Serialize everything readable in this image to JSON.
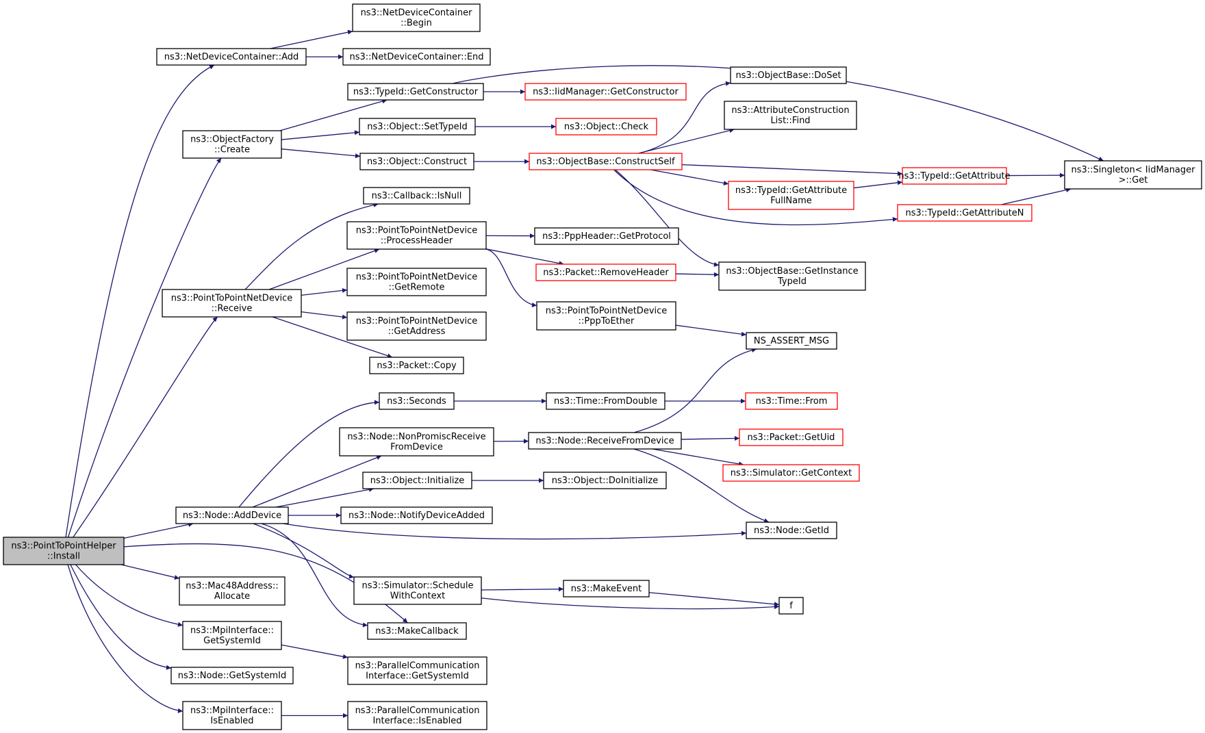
{
  "diagram": {
    "type": "call-graph",
    "edge_color": "#191970",
    "truncated_border_color": "#ff0000",
    "root_fill_color": "#bfbfbf",
    "nodes": [
      {
        "id": "install",
        "lines": [
          "ns3::PointToPointHelper",
          "::Install"
        ],
        "style": "root"
      },
      {
        "id": "ndc_add",
        "lines": [
          "ns3::NetDeviceContainer::Add"
        ],
        "style": "normal"
      },
      {
        "id": "ndc_begin",
        "lines": [
          "ns3::NetDeviceContainer",
          "::Begin"
        ],
        "style": "normal"
      },
      {
        "id": "ndc_end",
        "lines": [
          "ns3::NetDeviceContainer::End"
        ],
        "style": "normal"
      },
      {
        "id": "of_create",
        "lines": [
          "ns3::ObjectFactory",
          "::Create"
        ],
        "style": "normal"
      },
      {
        "id": "tid_getctor",
        "lines": [
          "ns3::TypeId::GetConstructor"
        ],
        "style": "normal"
      },
      {
        "id": "iid_getctor",
        "lines": [
          "ns3::IidManager::GetConstructor"
        ],
        "style": "truncated"
      },
      {
        "id": "obj_settypeid",
        "lines": [
          "ns3::Object::SetTypeId"
        ],
        "style": "normal"
      },
      {
        "id": "obj_check",
        "lines": [
          "ns3::Object::Check"
        ],
        "style": "truncated"
      },
      {
        "id": "obj_construct",
        "lines": [
          "ns3::Object::Construct"
        ],
        "style": "normal"
      },
      {
        "id": "ob_constructself",
        "lines": [
          "ns3::ObjectBase::ConstructSelf"
        ],
        "style": "truncated"
      },
      {
        "id": "ob_doset",
        "lines": [
          "ns3::ObjectBase::DoSet"
        ],
        "style": "normal"
      },
      {
        "id": "acl_find",
        "lines": [
          "ns3::AttributeConstruction",
          "List::Find"
        ],
        "style": "normal"
      },
      {
        "id": "tid_getattr",
        "lines": [
          "ns3::TypeId::GetAttribute"
        ],
        "style": "truncated"
      },
      {
        "id": "tid_getattrfull",
        "lines": [
          "ns3::TypeId::GetAttribute",
          "FullName"
        ],
        "style": "truncated"
      },
      {
        "id": "tid_getattrn",
        "lines": [
          "ns3::TypeId::GetAttributeN"
        ],
        "style": "truncated"
      },
      {
        "id": "singleton_get",
        "lines": [
          "ns3::Singleton< IidManager",
          " >::Get"
        ],
        "style": "normal"
      },
      {
        "id": "cb_isnull",
        "lines": [
          "ns3::Callback::IsNull"
        ],
        "style": "normal"
      },
      {
        "id": "p2p_procheader",
        "lines": [
          "ns3::PointToPointNetDevice",
          "::ProcessHeader"
        ],
        "style": "normal"
      },
      {
        "id": "ppp_getproto",
        "lines": [
          "ns3::PppHeader::GetProtocol"
        ],
        "style": "normal"
      },
      {
        "id": "pkt_removeheader",
        "lines": [
          "ns3::Packet::RemoveHeader"
        ],
        "style": "truncated"
      },
      {
        "id": "ob_getinsttid",
        "lines": [
          "ns3::ObjectBase::GetInstance",
          "TypeId"
        ],
        "style": "normal"
      },
      {
        "id": "p2p_receive",
        "lines": [
          "ns3::PointToPointNetDevice",
          "::Receive"
        ],
        "style": "normal"
      },
      {
        "id": "p2p_getremote",
        "lines": [
          "ns3::PointToPointNetDevice",
          "::GetRemote"
        ],
        "style": "normal"
      },
      {
        "id": "p2p_getaddress",
        "lines": [
          "ns3::PointToPointNetDevice",
          "::GetAddress"
        ],
        "style": "normal"
      },
      {
        "id": "p2p_ppptoether",
        "lines": [
          "ns3::PointToPointNetDevice",
          "::PppToEther"
        ],
        "style": "normal"
      },
      {
        "id": "ns_assert",
        "lines": [
          "NS_ASSERT_MSG"
        ],
        "style": "normal"
      },
      {
        "id": "pkt_copy",
        "lines": [
          "ns3::Packet::Copy"
        ],
        "style": "normal"
      },
      {
        "id": "seconds",
        "lines": [
          "ns3::Seconds"
        ],
        "style": "normal"
      },
      {
        "id": "time_fromdouble",
        "lines": [
          "ns3::Time::FromDouble"
        ],
        "style": "normal"
      },
      {
        "id": "time_from",
        "lines": [
          "ns3::Time::From"
        ],
        "style": "truncated"
      },
      {
        "id": "node_npromisc",
        "lines": [
          "ns3::Node::NonPromiscReceive",
          "FromDevice"
        ],
        "style": "normal"
      },
      {
        "id": "node_recvfromdev",
        "lines": [
          "ns3::Node::ReceiveFromDevice"
        ],
        "style": "normal"
      },
      {
        "id": "pkt_getuid",
        "lines": [
          "ns3::Packet::GetUid"
        ],
        "style": "truncated"
      },
      {
        "id": "sim_getcontext",
        "lines": [
          "ns3::Simulator::GetContext"
        ],
        "style": "truncated"
      },
      {
        "id": "obj_initialize",
        "lines": [
          "ns3::Object::Initialize"
        ],
        "style": "normal"
      },
      {
        "id": "obj_doinitialize",
        "lines": [
          "ns3::Object::DoInitialize"
        ],
        "style": "normal"
      },
      {
        "id": "node_adddevice",
        "lines": [
          "ns3::Node::AddDevice"
        ],
        "style": "normal"
      },
      {
        "id": "node_notifydev",
        "lines": [
          "ns3::Node::NotifyDeviceAdded"
        ],
        "style": "normal"
      },
      {
        "id": "node_getid",
        "lines": [
          "ns3::Node::GetId"
        ],
        "style": "normal"
      },
      {
        "id": "sim_schedctx",
        "lines": [
          "ns3::Simulator::Schedule",
          "WithContext"
        ],
        "style": "normal"
      },
      {
        "id": "make_event",
        "lines": [
          "ns3::MakeEvent"
        ],
        "style": "normal"
      },
      {
        "id": "f",
        "lines": [
          "f"
        ],
        "style": "normal"
      },
      {
        "id": "mac48_allocate",
        "lines": [
          "ns3::Mac48Address::",
          "Allocate"
        ],
        "style": "normal"
      },
      {
        "id": "make_callback",
        "lines": [
          "ns3::MakeCallback"
        ],
        "style": "normal"
      },
      {
        "id": "mpi_getsysid",
        "lines": [
          "ns3::MpiInterface::",
          "GetSystemId"
        ],
        "style": "normal"
      },
      {
        "id": "pci_getsysid",
        "lines": [
          "ns3::ParallelCommunication",
          "Interface::GetSystemId"
        ],
        "style": "normal"
      },
      {
        "id": "node_getsysid",
        "lines": [
          "ns3::Node::GetSystemId"
        ],
        "style": "normal"
      },
      {
        "id": "mpi_isenabled",
        "lines": [
          "ns3::MpiInterface::",
          "IsEnabled"
        ],
        "style": "normal"
      },
      {
        "id": "pci_isenabled",
        "lines": [
          "ns3::ParallelCommunication",
          "Interface::IsEnabled"
        ],
        "style": "normal"
      }
    ],
    "edges": [
      {
        "from": "install",
        "to": "ndc_add"
      },
      {
        "from": "ndc_add",
        "to": "ndc_begin"
      },
      {
        "from": "ndc_add",
        "to": "ndc_end"
      },
      {
        "from": "install",
        "to": "of_create"
      },
      {
        "from": "of_create",
        "to": "tid_getctor"
      },
      {
        "from": "of_create",
        "to": "obj_settypeid"
      },
      {
        "from": "of_create",
        "to": "obj_construct"
      },
      {
        "from": "tid_getctor",
        "to": "iid_getctor"
      },
      {
        "from": "tid_getctor",
        "to": "singleton_get"
      },
      {
        "from": "obj_settypeid",
        "to": "obj_check"
      },
      {
        "from": "obj_construct",
        "to": "ob_constructself"
      },
      {
        "from": "ob_constructself",
        "to": "ob_doset"
      },
      {
        "from": "ob_constructself",
        "to": "acl_find"
      },
      {
        "from": "ob_constructself",
        "to": "tid_getattr"
      },
      {
        "from": "ob_constructself",
        "to": "tid_getattrfull"
      },
      {
        "from": "ob_constructself",
        "to": "tid_getattrn"
      },
      {
        "from": "ob_constructself",
        "to": "ob_getinsttid"
      },
      {
        "from": "tid_getattrfull",
        "to": "tid_getattr"
      },
      {
        "from": "tid_getattr",
        "to": "singleton_get"
      },
      {
        "from": "tid_getattrn",
        "to": "singleton_get"
      },
      {
        "from": "install",
        "to": "p2p_receive"
      },
      {
        "from": "p2p_receive",
        "to": "cb_isnull"
      },
      {
        "from": "p2p_receive",
        "to": "p2p_procheader"
      },
      {
        "from": "p2p_receive",
        "to": "p2p_getremote"
      },
      {
        "from": "p2p_receive",
        "to": "p2p_getaddress"
      },
      {
        "from": "p2p_receive",
        "to": "pkt_copy"
      },
      {
        "from": "p2p_procheader",
        "to": "ppp_getproto"
      },
      {
        "from": "p2p_procheader",
        "to": "pkt_removeheader"
      },
      {
        "from": "p2p_procheader",
        "to": "p2p_ppptoether"
      },
      {
        "from": "pkt_removeheader",
        "to": "ob_getinsttid"
      },
      {
        "from": "p2p_ppptoether",
        "to": "ns_assert"
      },
      {
        "from": "install",
        "to": "node_adddevice"
      },
      {
        "from": "node_adddevice",
        "to": "seconds"
      },
      {
        "from": "node_adddevice",
        "to": "node_npromisc"
      },
      {
        "from": "node_adddevice",
        "to": "obj_initialize"
      },
      {
        "from": "node_adddevice",
        "to": "node_notifydev"
      },
      {
        "from": "node_adddevice",
        "to": "node_getid"
      },
      {
        "from": "node_adddevice",
        "to": "sim_schedctx"
      },
      {
        "from": "node_adddevice",
        "to": "make_callback"
      },
      {
        "from": "seconds",
        "to": "time_fromdouble"
      },
      {
        "from": "time_fromdouble",
        "to": "time_from"
      },
      {
        "from": "node_npromisc",
        "to": "node_recvfromdev"
      },
      {
        "from": "node_recvfromdev",
        "to": "ns_assert"
      },
      {
        "from": "node_recvfromdev",
        "to": "pkt_getuid"
      },
      {
        "from": "node_recvfromdev",
        "to": "sim_getcontext"
      },
      {
        "from": "node_recvfromdev",
        "to": "node_getid"
      },
      {
        "from": "obj_initialize",
        "to": "obj_doinitialize"
      },
      {
        "from": "sim_schedctx",
        "to": "make_event"
      },
      {
        "from": "sim_schedctx",
        "to": "f"
      },
      {
        "from": "make_event",
        "to": "f"
      },
      {
        "from": "install",
        "to": "mac48_allocate"
      },
      {
        "from": "install",
        "to": "make_callback"
      },
      {
        "from": "install",
        "to": "mpi_getsysid"
      },
      {
        "from": "install",
        "to": "node_getsysid"
      },
      {
        "from": "install",
        "to": "mpi_isenabled"
      },
      {
        "from": "mpi_getsysid",
        "to": "pci_getsysid"
      },
      {
        "from": "mpi_isenabled",
        "to": "pci_isenabled"
      }
    ]
  }
}
